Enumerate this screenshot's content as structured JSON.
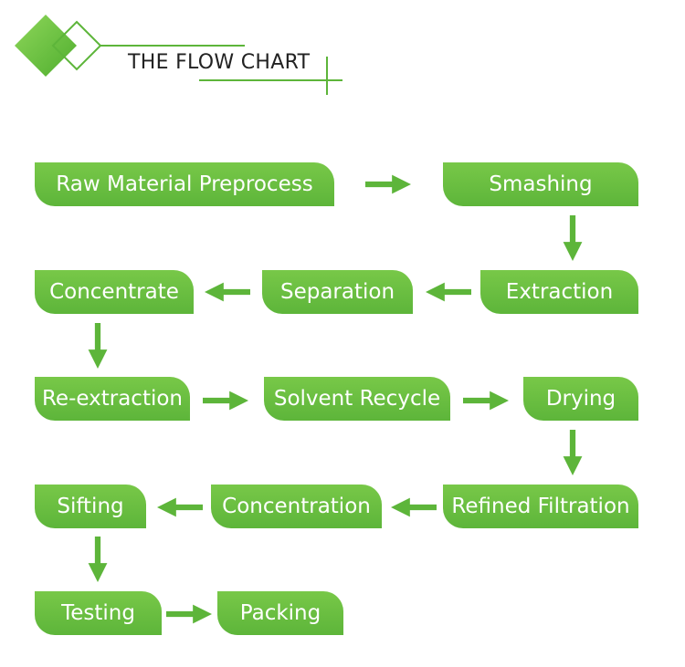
{
  "header": {
    "title": "THE FLOW CHART"
  },
  "colors": {
    "accent": "#5db53a",
    "accent_light": "#78c848",
    "text_dark": "#222222"
  },
  "steps": [
    {
      "label": "Raw Material Preprocess"
    },
    {
      "label": "Smashing"
    },
    {
      "label": "Extraction"
    },
    {
      "label": "Separation"
    },
    {
      "label": "Concentrate"
    },
    {
      "label": "Re-extraction"
    },
    {
      "label": "Solvent Recycle"
    },
    {
      "label": "Drying"
    },
    {
      "label": "Refined Filtration"
    },
    {
      "label": "Concentration"
    },
    {
      "label": "Sifting"
    },
    {
      "label": "Testing"
    },
    {
      "label": "Packing"
    }
  ]
}
